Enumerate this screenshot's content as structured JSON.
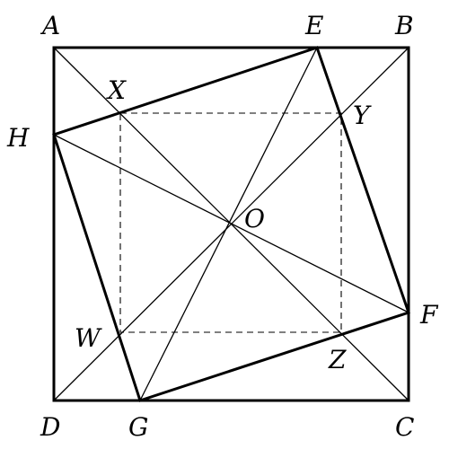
{
  "points": {
    "A": "A",
    "B": "B",
    "C": "C",
    "D": "D",
    "E": "E",
    "F": "F",
    "G": "G",
    "H": "H",
    "O": "O",
    "W": "W",
    "X": "X",
    "Y": "Y",
    "Z": "Z"
  },
  "colors": {
    "stroke": "#000000",
    "background": "#ffffff"
  }
}
